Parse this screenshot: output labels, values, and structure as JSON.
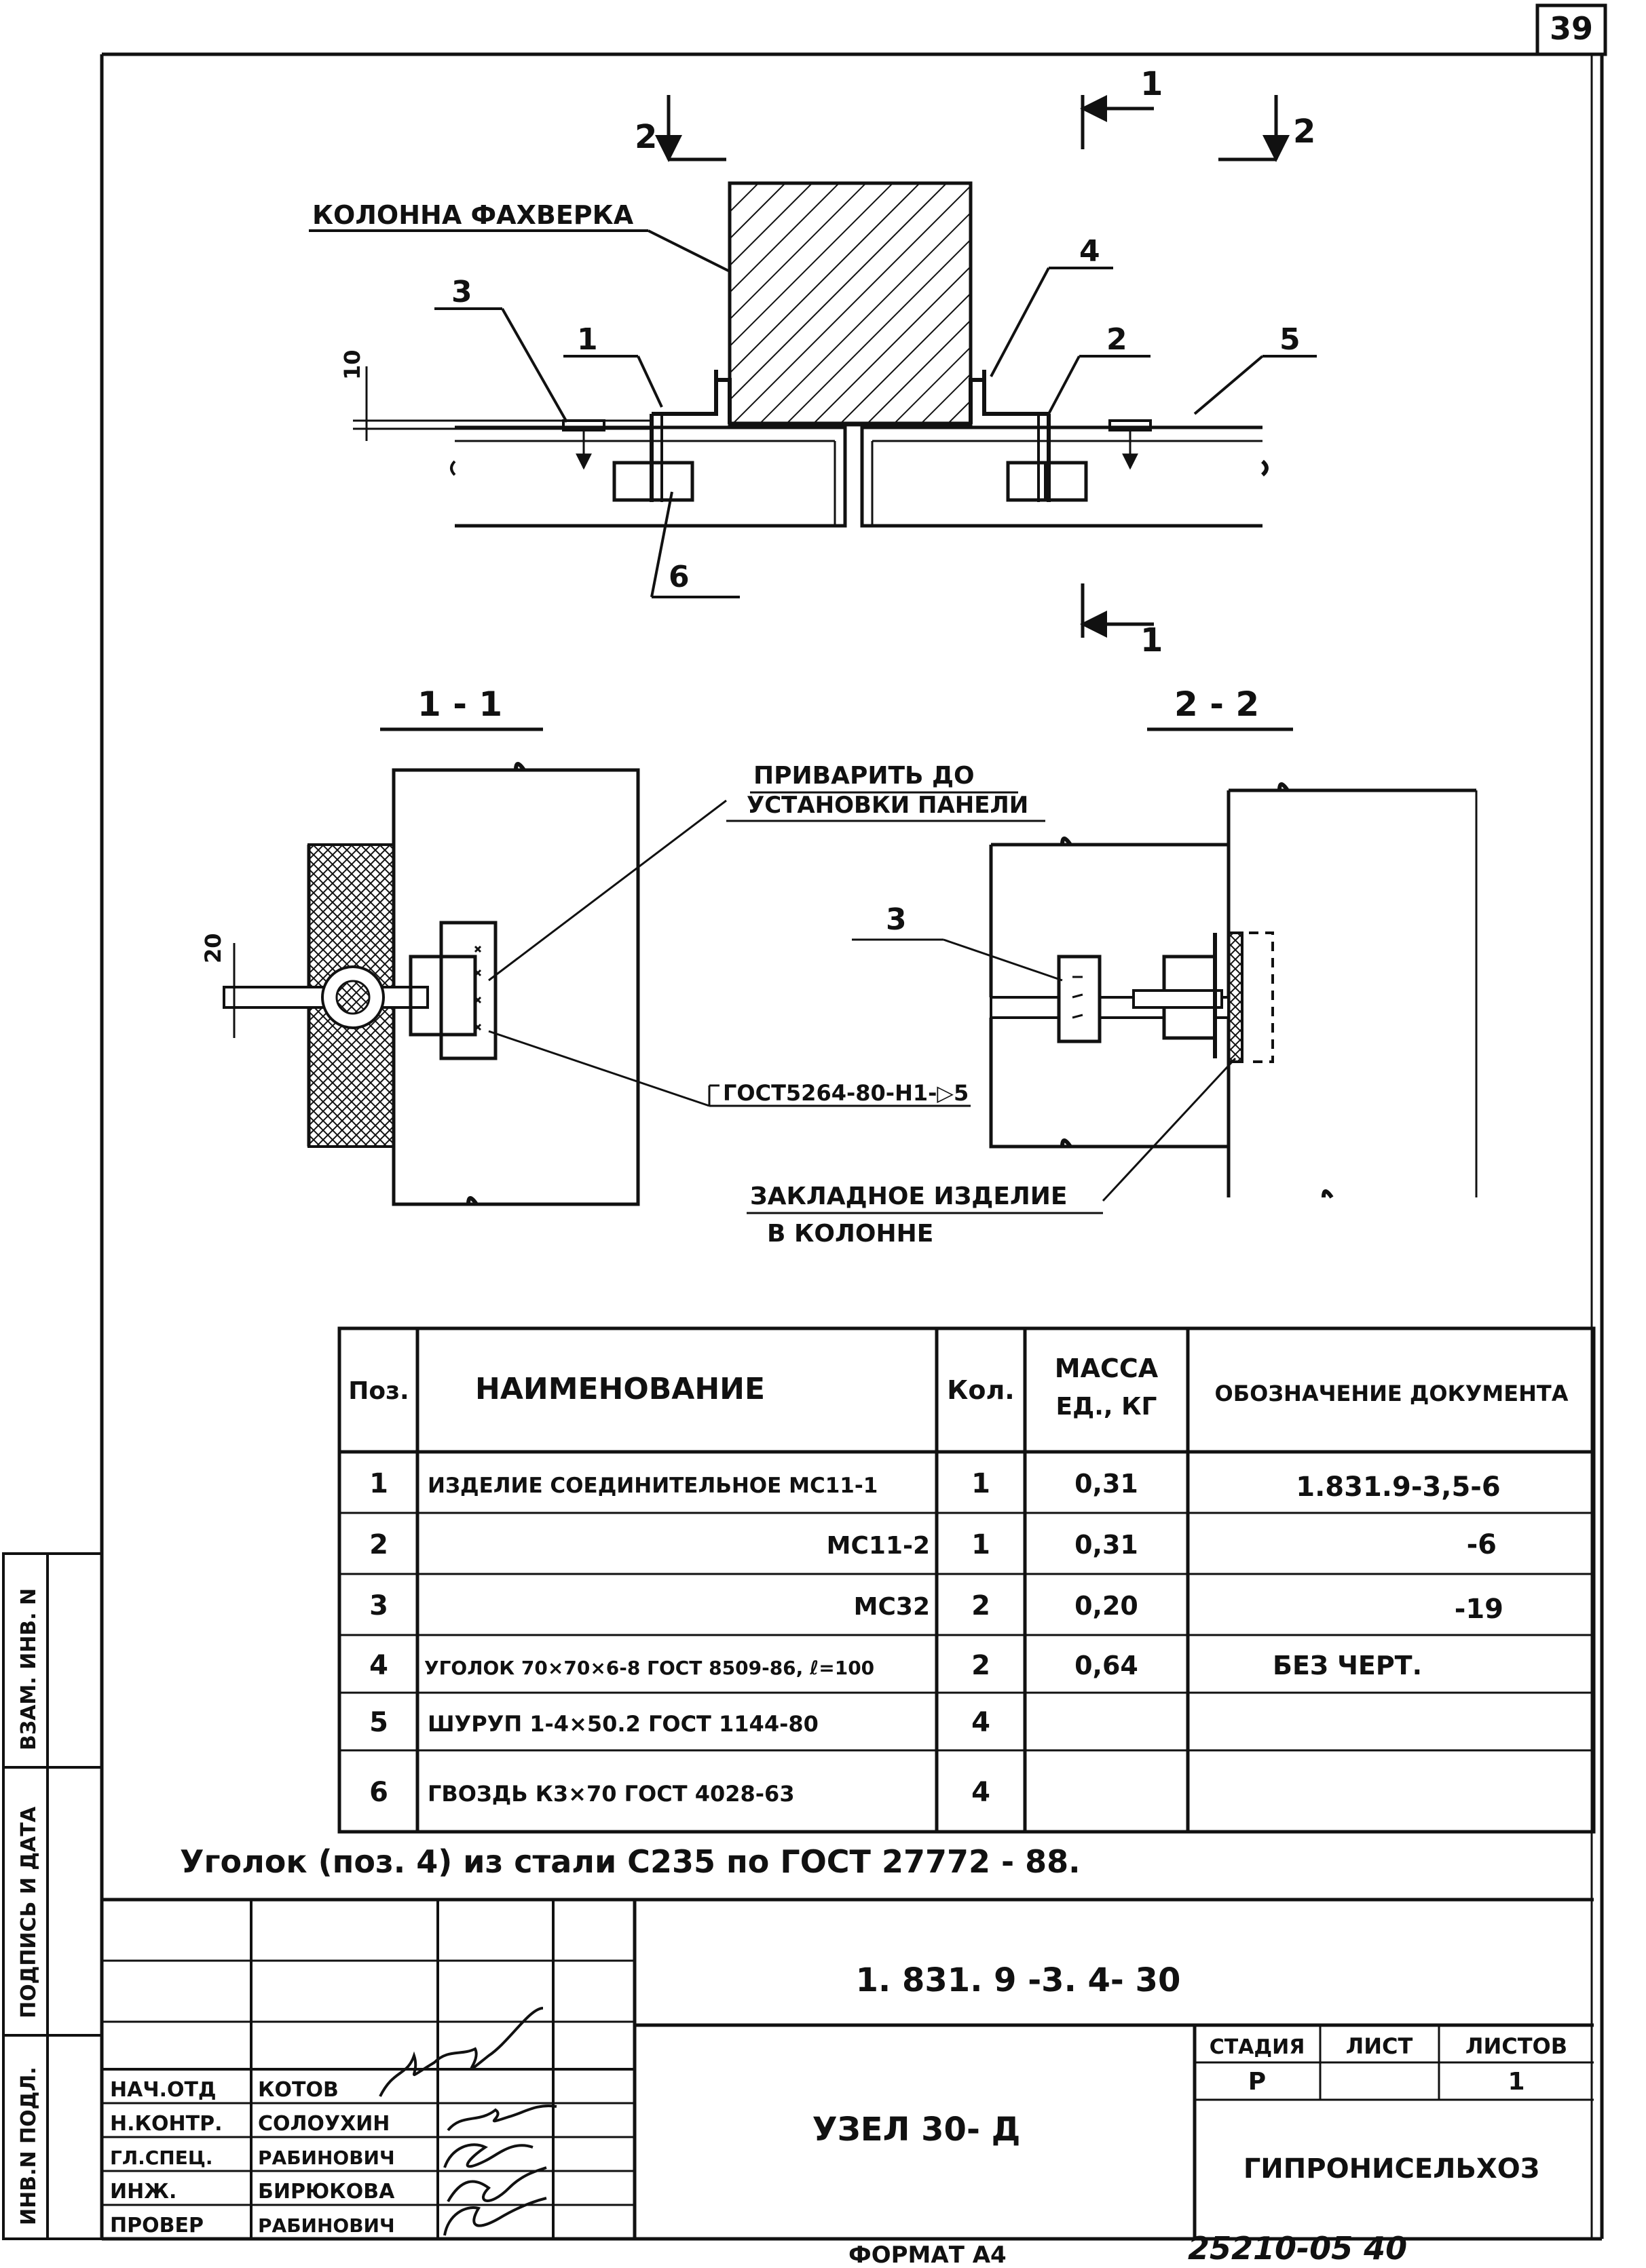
{
  "sheet_number": "39",
  "plan": {
    "column_label": "КОЛОННА ФАХВЕРКА",
    "section_2_left": "2",
    "section_2_right": "2",
    "section_1_top": "1",
    "section_1_bottom": "1",
    "dim_10": "10",
    "callouts": [
      "1",
      "2",
      "3",
      "4",
      "5",
      "6"
    ]
  },
  "section_1_1": {
    "title": "1 - 1",
    "weld_note_line1": "ПРИВАРИТЬ ДО",
    "weld_note_line2": "УСТАНОВКИ ПАНЕЛИ",
    "weld_standard": "ГОСТ5264-80-Н1-▷5",
    "dim_20": "20"
  },
  "section_2_2": {
    "title": "2 - 2",
    "callout_3": "3",
    "embedded_line1": "ЗАКЛАДНОЕ ИЗДЕЛИЕ",
    "embedded_line2": "В КОЛОННЕ"
  },
  "spec_table": {
    "headers": {
      "pos": "Поз.",
      "name": "НАИМЕНОВАНИЕ",
      "qty": "Кол.",
      "mass_line1": "МАССА",
      "mass_line2": "ЕД., КГ",
      "doc": "ОБОЗНАЧЕНИЕ ДОКУМЕНТА"
    },
    "rows": [
      {
        "pos": "1",
        "name": "ИЗДЕЛИЕ СОЕДИНИТЕЛЬНОЕ МС11-1",
        "qty": "1",
        "mass": "0,31",
        "doc": "1.831.9-3,5-6"
      },
      {
        "pos": "2",
        "name": "МС11-2",
        "qty": "1",
        "mass": "0,31",
        "doc": "-6"
      },
      {
        "pos": "3",
        "name": "МС32",
        "qty": "2",
        "mass": "0,20",
        "doc": "-19"
      },
      {
        "pos": "4",
        "name": "УГОЛОК 70×70×6-8 ГОСТ 8509-86, ℓ=100",
        "qty": "2",
        "mass": "0,64",
        "doc": "БЕЗ ЧЕРТ."
      },
      {
        "pos": "5",
        "name": "ШУРУП 1-4×50.2 ГОСТ 1144-80",
        "qty": "4",
        "mass": "",
        "doc": ""
      },
      {
        "pos": "6",
        "name": "ГВОЗДЬ К3×70 ГОСТ 4028-63",
        "qty": "4",
        "mass": "",
        "doc": ""
      }
    ]
  },
  "note": "Уголок (поз. 4) из стали С235 по ГОСТ 27772 - 88.",
  "title_block": {
    "designation": "1. 831. 9 -3. 4- 30",
    "title": "УЗЕЛ 30- Д",
    "stage_label": "СТАДИЯ",
    "sheet_label": "ЛИСТ",
    "sheets_label": "ЛИСТОВ",
    "stage": "Р",
    "sheet": "",
    "sheets": "1",
    "organization": "ГИПРОНИСЕЛЬХОЗ",
    "roles": [
      {
        "role": "НАЧ.ОТД",
        "name": "КОТОВ"
      },
      {
        "role": "Н.КОНТР.",
        "name": "СОЛОУХИН"
      },
      {
        "role": "ГЛ.СПЕЦ.",
        "name": "РАБИНОВИЧ"
      },
      {
        "role": "ИНЖ.",
        "name": "БИРЮКОВА"
      },
      {
        "role": "ПРОВЕР",
        "name": "РАБИНОВИЧ"
      }
    ]
  },
  "side_stamp": {
    "inv_orig": "ИНВ.N ПОДЛ.",
    "sign_date": "ПОДПИСЬ И ДАТА",
    "vzam": "ВЗАМ. ИНВ. N"
  },
  "footer": {
    "format": "ФОРМАТ А4",
    "archive": "25210-05  40"
  }
}
